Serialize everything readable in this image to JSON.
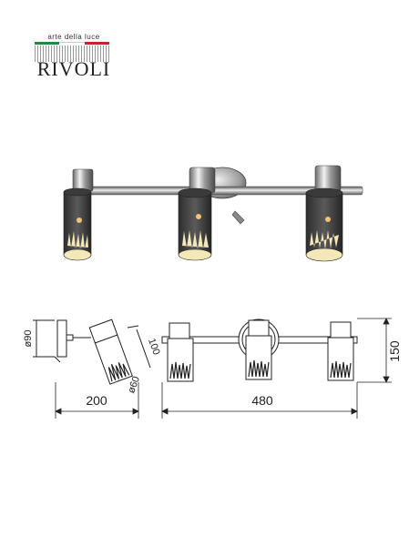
{
  "brand": {
    "tagline": "arte della luce",
    "name": "RIVOLI",
    "stripe_colors": [
      "#1e8a3a",
      "#ffffff",
      "#c8232c"
    ]
  },
  "dimensions": {
    "depth": "200",
    "width": "480",
    "height": "150",
    "base_diameter": "ø90",
    "shade_diameter": "ø60",
    "shade_length": "100"
  }
}
